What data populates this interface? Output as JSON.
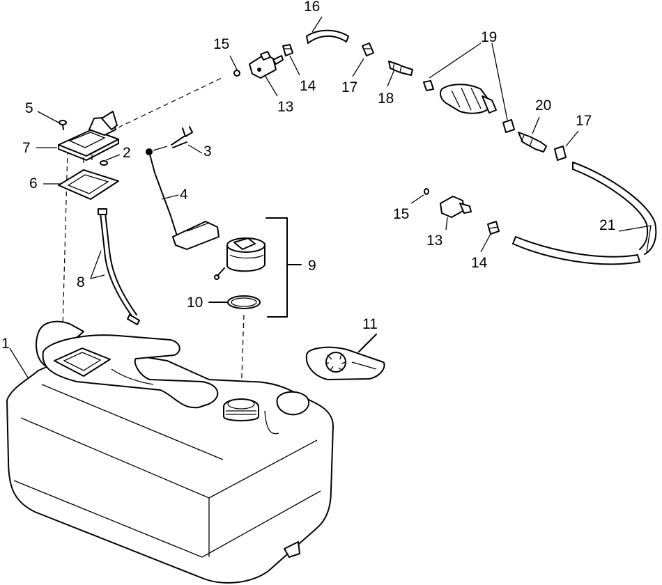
{
  "callouts": [
    {
      "id": "c1",
      "text": "1"
    },
    {
      "id": "c2",
      "text": "2"
    },
    {
      "id": "c3",
      "text": "3"
    },
    {
      "id": "c4",
      "text": "4"
    },
    {
      "id": "c5",
      "text": "5"
    },
    {
      "id": "c6",
      "text": "6"
    },
    {
      "id": "c7",
      "text": "7"
    },
    {
      "id": "c8",
      "text": "8"
    },
    {
      "id": "c9",
      "text": "9"
    },
    {
      "id": "c10",
      "text": "10"
    },
    {
      "id": "c11",
      "text": "11"
    },
    {
      "id": "c13a",
      "text": "13"
    },
    {
      "id": "c13b",
      "text": "13"
    },
    {
      "id": "c14a",
      "text": "14"
    },
    {
      "id": "c14b",
      "text": "14"
    },
    {
      "id": "c15a",
      "text": "15"
    },
    {
      "id": "c15b",
      "text": "15"
    },
    {
      "id": "c16",
      "text": "16"
    },
    {
      "id": "c17a",
      "text": "17"
    },
    {
      "id": "c17b",
      "text": "17"
    },
    {
      "id": "c18",
      "text": "18"
    },
    {
      "id": "c19",
      "text": "19"
    },
    {
      "id": "c20",
      "text": "20"
    },
    {
      "id": "c21",
      "text": "21"
    }
  ]
}
